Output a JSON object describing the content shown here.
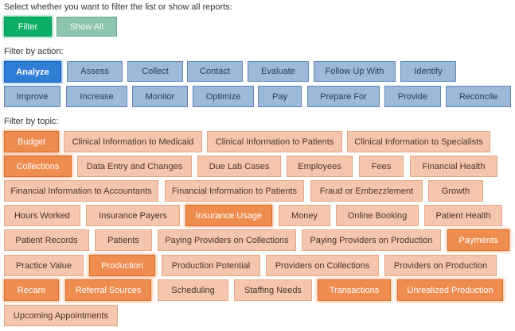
{
  "labels": {
    "mode": "Select whether you want to filter the list or show all reports:",
    "action": "Filter by action:",
    "topic": "Filter by topic:"
  },
  "mode": {
    "filter": "Filter",
    "show_all": "Show All",
    "selected": "Filter"
  },
  "actions": {
    "analyze": "Analyze",
    "assess": "Assess",
    "collect": "Collect",
    "contact": "Contact",
    "evaluate": "Evaluate",
    "follow_up_with": "Follow Up With",
    "identify": "Identify",
    "improve": "Improve",
    "increase": "Increase",
    "monitor": "Monitor",
    "optimize": "Optimize",
    "pay": "Pay",
    "prepare_for": "Prepare For",
    "provide": "Provide",
    "reconcile": "Reconcile",
    "selected": [
      "Analyze"
    ]
  },
  "topics": {
    "budget": "Budget",
    "clinical_info_medicaid": "Clinical Information to Medicaid",
    "clinical_info_patients": "Clinical Information to Patients",
    "clinical_info_specialists": "Clinical Information to Specialists",
    "collections": "Collections",
    "data_entry": "Data Entry and Changes",
    "due_lab_cases": "Due Lab Cases",
    "employees": "Employees",
    "fees": "Fees",
    "financial_health": "Financial Health",
    "financial_info_accountants": "Financial Information to Accountants",
    "financial_info_patients": "Financial Information to Patients",
    "fraud": "Fraud or Embezzlement",
    "growth": "Growth",
    "hours_worked": "Hours Worked",
    "insurance_payers": "Insurance Payers",
    "insurance_usage": "Insurance Usage",
    "money": "Money",
    "online_booking": "Online Booking",
    "patient_health": "Patient Health",
    "patient_records": "Patient Records",
    "patients": "Patients",
    "paying_providers_collections": "Paying Providers on Collections",
    "paying_providers_production": "Paying Providers on Production",
    "payments": "Payments",
    "practice_value": "Practice Value",
    "production": "Production",
    "production_potential": "Production Potential",
    "providers_collections": "Providers on Collections",
    "providers_production": "Providers on Production",
    "recare": "Recare",
    "referral_sources": "Referral Sources",
    "scheduling": "Scheduling",
    "staffing_needs": "Staffing Needs",
    "transactions": "Transactions",
    "unrealized_production": "Unrealized Production",
    "upcoming_appointments": "Upcoming Appointments",
    "selected": [
      "Budget",
      "Collections",
      "Insurance Usage",
      "Payments",
      "Production",
      "Recare",
      "Referral Sources",
      "Transactions",
      "Unrealized Production"
    ]
  },
  "colors": {
    "mode_selected": "#0cae67",
    "action_selected": "#2f7ed6",
    "action_default": "#9db8d8",
    "topic_selected": "#ef8c4f",
    "topic_default": "#f5c6ae"
  }
}
